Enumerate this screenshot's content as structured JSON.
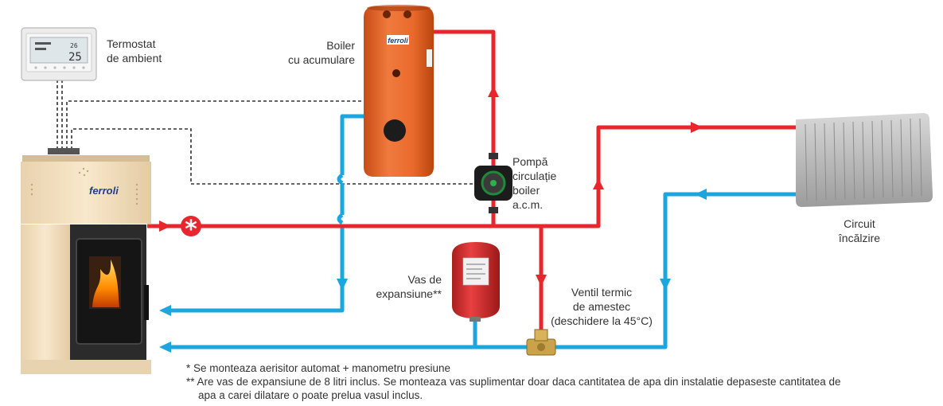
{
  "labels": {
    "thermostat": [
      "Termostat",
      "de ambient"
    ],
    "boiler": [
      "Boiler",
      "cu acumulare"
    ],
    "pump": [
      "Pompă",
      "circulație",
      "boiler",
      "a.c.m."
    ],
    "heating_circuit": [
      "Circuit",
      "încălzire"
    ],
    "expansion_vessel": [
      "Vas de",
      "expansiune**"
    ],
    "mixing_valve": [
      "Ventil termic",
      "de amestec",
      "(deschidere la 45°C)"
    ]
  },
  "markers": {
    "asterisk": "*"
  },
  "brand": "ferroli",
  "thermostat_display": {
    "temperature": "25",
    "small": "26"
  },
  "notes": [
    "*  Se monteaza aerisitor automat + manometru presiune",
    "** Are vas de expansiune de 8 litri inclus. Se monteaza vas suplimentar doar daca cantitatea de apa din instalatie depaseste cantitatea de",
    "    apa a carei dilatare o poate prelua vasul inclus."
  ],
  "colors": {
    "hot": "#e8262d",
    "cold": "#1ba6e0",
    "control_wire": "#333333",
    "boiler": "#e8642a",
    "stove_body": "#f3dfbf",
    "expansion_vessel": "#d92b2b",
    "radiator": "#bdbdbd"
  }
}
